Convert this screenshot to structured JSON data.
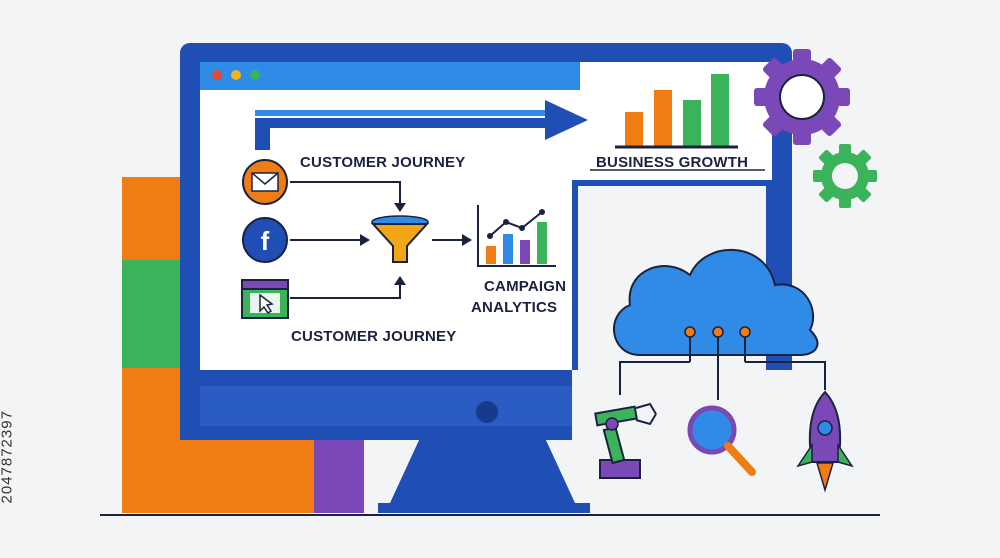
{
  "labels": {
    "customer_journey_top": "CUSTOMER JOURNEY",
    "customer_journey_bottom": "CUSTOMER JOURNEY",
    "business_growth": "BUSINESS GROWTH",
    "campaign_line1": "CAMPAIGN",
    "campaign_line2": "ANALYTICS"
  },
  "stock_id": "2047872397",
  "colors": {
    "monitor_blue": "#1f4fb5",
    "accent_blue": "#2f8be6",
    "orange": "#ef7d14",
    "green": "#3bb35a",
    "purple": "#7b48b8",
    "dark_navy": "#1b2240"
  },
  "icons": [
    "email-icon",
    "facebook-icon",
    "browser-cursor-icon",
    "funnel-icon",
    "bar-chart-icon",
    "gear-icon",
    "cloud-icon",
    "robotic-arm-icon",
    "magnifier-icon",
    "rocket-icon"
  ]
}
